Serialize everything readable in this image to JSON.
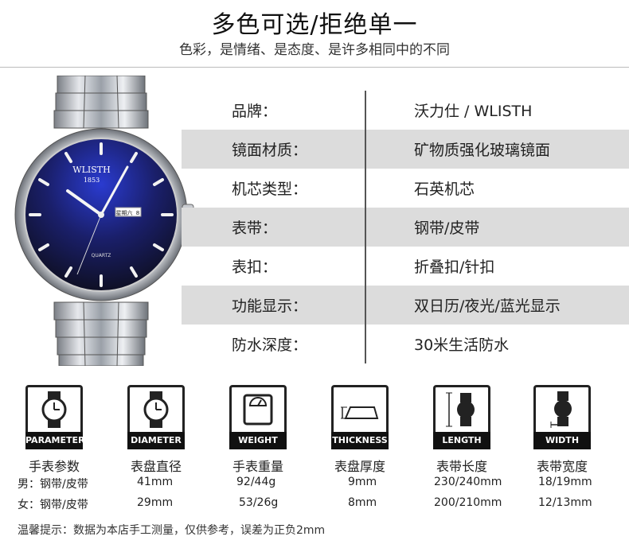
{
  "header": {
    "title": "多色可选/拒绝单一",
    "subtitle": "色彩，是情绪、是态度、是许多相同中的不同"
  },
  "watch": {
    "brand": "WLISTH",
    "year": "1853",
    "dial_text": "QUARTZ",
    "day_window": "星期六",
    "date_window": "8"
  },
  "specs": [
    {
      "label": "品牌：",
      "value": "沃力仕 / WLISTH"
    },
    {
      "label": "镜面材质：",
      "value": "矿物质强化玻璃镜面"
    },
    {
      "label": "机芯类型：",
      "value": "石英机芯"
    },
    {
      "label": "表带：",
      "value": "钢带/皮带"
    },
    {
      "label": "表扣：",
      "value": "折叠扣/针扣"
    },
    {
      "label": "功能显示：",
      "value": "双日历/夜光/蓝光显示"
    },
    {
      "label": "防水深度：",
      "value": "30米生活防水"
    }
  ],
  "icons": [
    {
      "name": "parameter",
      "badge": "PARAMETER",
      "caption": "手表参数"
    },
    {
      "name": "diameter",
      "badge": "DIAMETER",
      "caption": "表盘直径"
    },
    {
      "name": "weight",
      "badge": "WEIGHT",
      "caption": "手表重量"
    },
    {
      "name": "thickness",
      "badge": "THICKNESS",
      "caption": "表盘厚度"
    },
    {
      "name": "length",
      "badge": "LENGTH",
      "caption": "表带长度"
    },
    {
      "name": "width",
      "badge": "WIDTH",
      "caption": "表带宽度"
    }
  ],
  "measurements": {
    "men": {
      "label": "男：钢带/皮带",
      "diameter": "41mm",
      "weight": "92/44g",
      "thickness": "9mm",
      "length": "230/240mm",
      "width": "18/19mm"
    },
    "women": {
      "label": "女：钢带/皮带",
      "diameter": "29mm",
      "weight": "53/26g",
      "thickness": "8mm",
      "length": "200/210mm",
      "width": "12/13mm"
    }
  },
  "note": "温馨提示：数据为本店手工测量，仅供参考，误差为正负2mm"
}
